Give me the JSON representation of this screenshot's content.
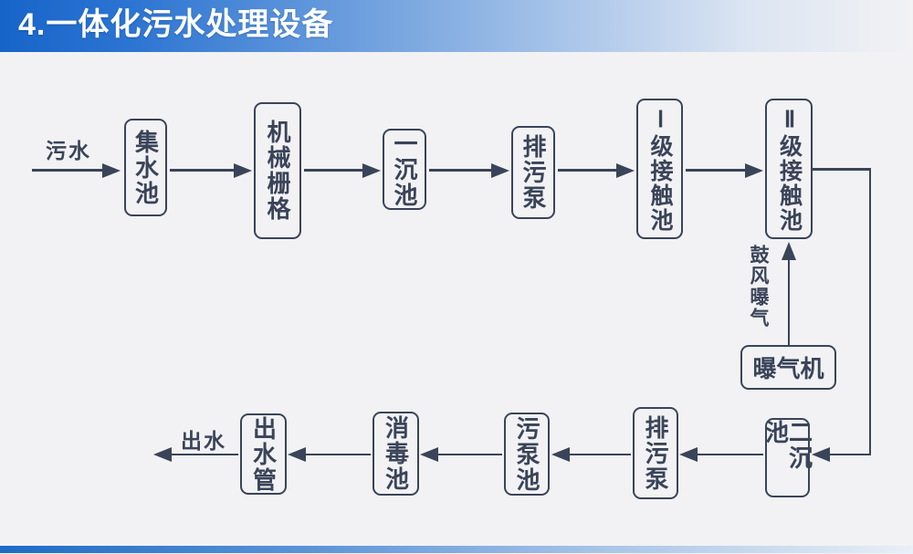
{
  "slide": {
    "title": "4.一体化污水处理设备"
  },
  "colors": {
    "accent_blue": "#1764C9",
    "diagram_ink": "#3A4459",
    "background": "#F2F2F4"
  },
  "diagram": {
    "inflow_label": "污水",
    "outflow_label": "出水",
    "aeration_label": "鼓风曝气",
    "nodes": [
      {
        "id": "collecting-tank",
        "label": "集水池"
      },
      {
        "id": "mechanical-grid",
        "label": "机械栅格"
      },
      {
        "id": "primary-sedimentation-tank",
        "label": "一沉池"
      },
      {
        "id": "sewage-pump-top",
        "label": "排污泵"
      },
      {
        "id": "level1-contact-tank",
        "label": "Ⅰ级接触池"
      },
      {
        "id": "level2-contact-tank",
        "label": "Ⅱ级接触池"
      },
      {
        "id": "aerator",
        "label": "曝气机"
      },
      {
        "id": "secondary-sedimentation-tank",
        "label": "二沉池"
      },
      {
        "id": "sewage-pump-bottom",
        "label": "排污泵"
      },
      {
        "id": "sludge-pump-tank",
        "label": "污泵池"
      },
      {
        "id": "disinfection-tank",
        "label": "消毒池"
      },
      {
        "id": "outlet-pipe",
        "label": "出水管"
      }
    ],
    "edges": [
      "污水 → 集水池",
      "集水池 → 机械栅格",
      "机械栅格 → 一沉池",
      "一沉池 → 排污泵",
      "排污泵 → Ⅰ级接触池",
      "Ⅰ级接触池 → Ⅱ级接触池",
      "Ⅱ级接触池 → 二沉池",
      "二沉池 → 排污泵",
      "排污泵 → 污泵池",
      "污泵池 → 消毒池",
      "消毒池 → 出水管",
      "出水管 → 出水",
      "曝气机 →(鼓风曝气)→ Ⅱ级接触池"
    ]
  }
}
